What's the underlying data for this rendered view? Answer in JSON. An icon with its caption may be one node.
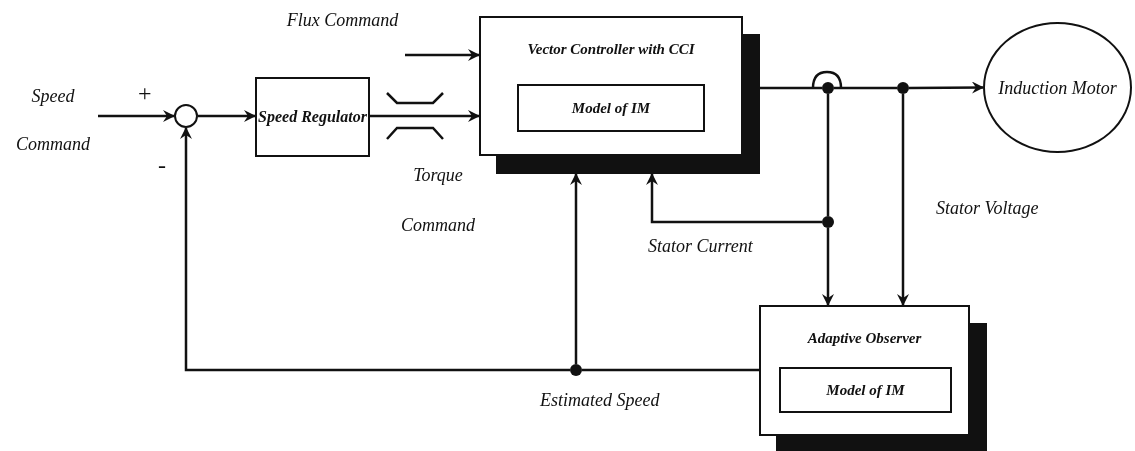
{
  "diagram": {
    "nodes": [
      {
        "text": [
          "Speed Command"
        ]
      },
      {
        "text": [],
        "shape": "circle"
      },
      {
        "text": [
          "Speed Regulator"
        ]
      },
      {
        "text": [
          "Flux Command"
        ]
      },
      {
        "text": [
          "Vector Controller with CCI"
        ]
      },
      {
        "text": [
          "Model of IM"
        ],
        "in": 4
      },
      {
        "text": [
          "Induction Motor"
        ]
      },
      {
        "text": [
          "Adaptive Observer"
        ]
      },
      {
        "text": [
          "Model of IM"
        ],
        "in": 7
      },
      {
        "text": [],
        "shape": "dot"
      },
      {
        "text": [],
        "shape": "dot"
      },
      {
        "text": [],
        "shape": "dot"
      },
      {
        "text": [],
        "shape": "dot"
      }
    ],
    "edges": [
      {
        "from": 0,
        "to": 1,
        "arrow": "to"
      },
      {
        "from": 1,
        "to": 2,
        "arrow": "to"
      },
      {
        "from": 2,
        "to": 4,
        "arrow": "to",
        "label": "Torque Command"
      },
      {
        "from": 3,
        "to": 4,
        "arrow": "to"
      },
      {
        "from": 4,
        "to": 9,
        "arrow": "none"
      },
      {
        "from": 9,
        "to": 10,
        "arrow": "none"
      },
      {
        "from": 10,
        "to": 6,
        "arrow": "to"
      },
      {
        "from": 9,
        "to": 11,
        "arrow": "none"
      },
      {
        "from": 11,
        "to": 7,
        "arrow": "to"
      },
      {
        "from": 11,
        "to": 4,
        "arrow": "to",
        "label": "Stator Current"
      },
      {
        "from": 10,
        "to": 7,
        "arrow": "to",
        "label": "Stator Voltage"
      },
      {
        "from": 7,
        "to": 12,
        "arrow": "none",
        "label": "Estimated Speed"
      },
      {
        "from": 12,
        "to": 4,
        "arrow": "to"
      },
      {
        "from": 12,
        "to": 1,
        "arrow": "to"
      }
    ],
    "labels": [
      "+",
      "-"
    ]
  }
}
